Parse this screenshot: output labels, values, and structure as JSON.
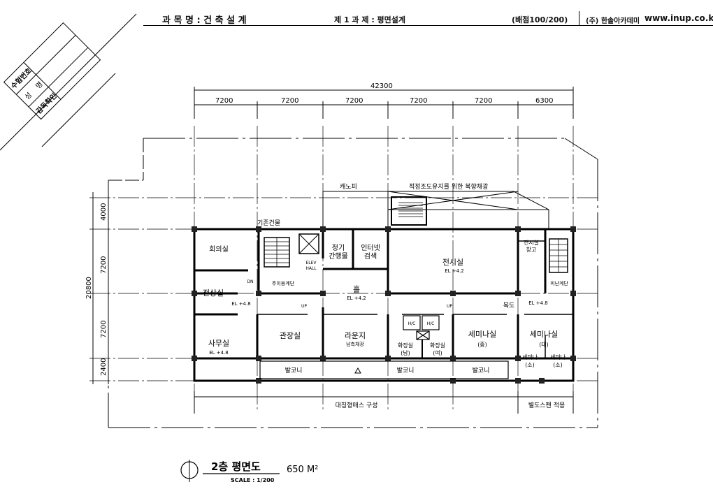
{
  "header": {
    "subject": "과 목 명 : 건 축 설 계",
    "task": "제 1 과 제 : 평면설계",
    "score": "(배점100/200)",
    "academy": "(주) 한솔아카데미",
    "website": "www.inup.co.kr"
  },
  "stamp": {
    "exam_no": "수험번호",
    "name_label": "성",
    "name_label2": "명",
    "check": "감독확인"
  },
  "dimensions": {
    "total": "42300",
    "spans": [
      "7200",
      "7200",
      "7200",
      "7200",
      "7200",
      "6300"
    ],
    "total_vertical": "20800",
    "rows": [
      "4000",
      "7200",
      "7200",
      "2400"
    ]
  },
  "labels": {
    "canopy": "캐노피",
    "north_light": "적정조도유지를 위한 북향채광",
    "existing": "기존건물",
    "meeting": "회의실",
    "periodical": "정기\n간행물",
    "internet": "인터넷\n검색",
    "exhibit": "전시실",
    "exhibit_el": "EL +4.2",
    "storage": "전시실\n창고",
    "main_stair": "주이용계단",
    "evac_stair": "피난계단",
    "elev": "ELEV\nHALL",
    "elevator": "ELEV",
    "hall": "홀",
    "hall_el": "EL +4.2",
    "corridor": "복도",
    "corridor_el": "EL +4.8",
    "nursing": "전상실",
    "left_el": "EL +4.8",
    "office": "사무실",
    "office_el": "EL +4.8",
    "director": "관장실",
    "lounge": "라운지",
    "lounge_sub": "남측채광",
    "toilet_m": "화장실\n(남)",
    "toilet_f": "화장실\n(여)",
    "hc": "H/C",
    "seminar_mid": "세미나실\n(중)",
    "seminar_large": "세미나실\n(대)",
    "seminar_s1": "세미나\n(소)",
    "seminar_s2": "세미나\n(소)",
    "balcony": "발코니",
    "up": "UP",
    "dn": "DN",
    "sym_mass": "대칭형매스 구성",
    "separate_span": "별도스팬 적용"
  },
  "title": {
    "name": "2층 평면도",
    "area": "650 M²",
    "scale": "SCALE : 1/200"
  }
}
